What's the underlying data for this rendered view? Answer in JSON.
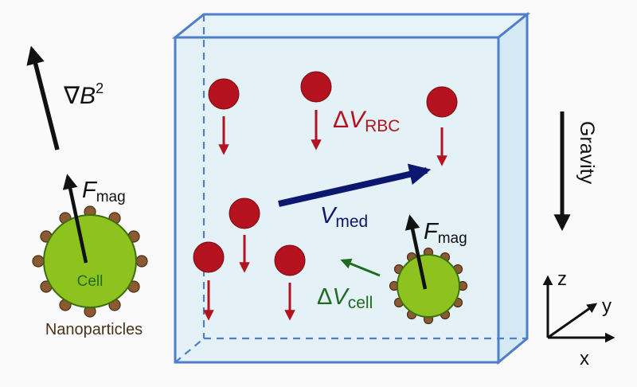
{
  "labels": {
    "grad_b2": "∇B",
    "grad_b2_sup": "2",
    "f_mag_main": "F",
    "f_mag_sub": "mag",
    "cell": "Cell",
    "nanoparticles": "Nanoparticles",
    "delta_v_rbc_delta": "Δ",
    "delta_v_rbc_v": "V",
    "delta_v_rbc_sub": "RBC",
    "v_med_main": "V",
    "v_med_sub": "med",
    "delta_v_cell_delta": "Δ",
    "delta_v_cell_v": "V",
    "delta_v_cell_sub": "cell",
    "gravity": "Gravity",
    "axis_z": "z",
    "axis_y": "y",
    "axis_x": "x"
  },
  "colors": {
    "rbc": "#b3121e",
    "rbc_arrow": "#b3121e",
    "flow_arrow": "#0c1870",
    "cell_fill": "#8dc21f",
    "cell_stroke": "#3c6e10",
    "nanoparticle": "#8c5a32",
    "box_edge": "#4f7fc9",
    "box_fill": "#dff0f7",
    "green_arrow": "#1f6b1f"
  }
}
